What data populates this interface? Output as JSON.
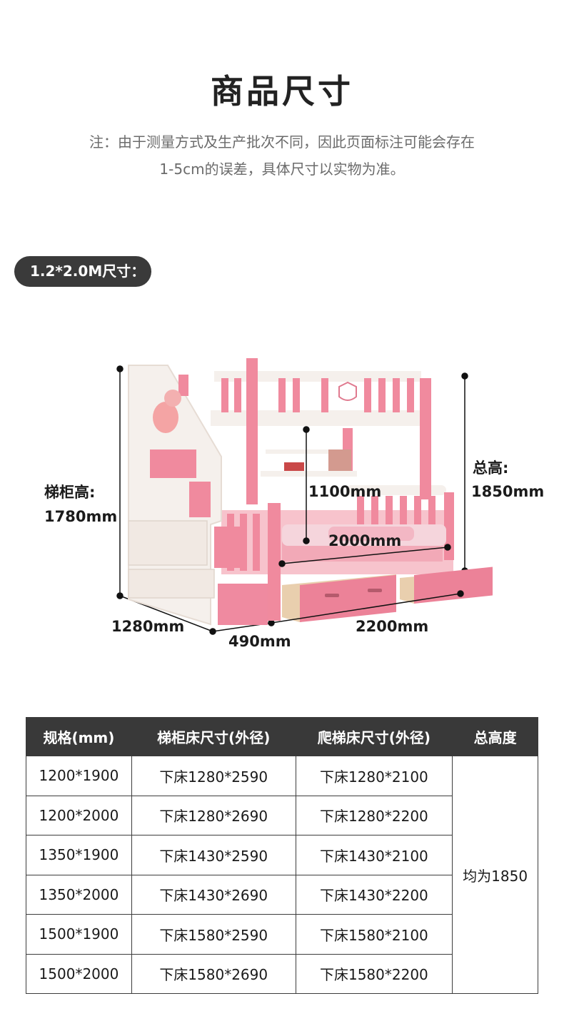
{
  "header": {
    "title": "商品尺寸",
    "note_line1": "注：由于测量方式及生产批次不同，因此页面标注可能会存在",
    "note_line2": "1-5cm的误差，具体尺寸以实物为准。"
  },
  "size_tag": "1.2*2.0M尺寸：",
  "dimensions": {
    "stair_height_label": "梯柜高:",
    "stair_height_value": "1780mm",
    "total_height_label": "总高:",
    "total_height_value": "1850mm",
    "clearance": "1100mm",
    "bed_length": "2000mm",
    "stair_depth": "1280mm",
    "stair_width": "490mm",
    "total_length": "2200mm"
  },
  "colors": {
    "pink": "#f08a9e",
    "light_pink": "#f7c3cc",
    "white_wood": "#f5f0ec",
    "header_dark": "#393939"
  },
  "table": {
    "headers": [
      "规格(mm)",
      "梯柜床尺寸(外径)",
      "爬梯床尺寸(外径)",
      "总高度"
    ],
    "rows": [
      [
        "1200*1900",
        "下床1280*2590",
        "下床1280*2100"
      ],
      [
        "1200*2000",
        "下床1280*2690",
        "下床1280*2200"
      ],
      [
        "1350*1900",
        "下床1430*2590",
        "下床1430*2100"
      ],
      [
        "1350*2000",
        "下床1430*2690",
        "下床1430*2200"
      ],
      [
        "1500*1900",
        "下床1580*2590",
        "下床1580*2100"
      ],
      [
        "1500*2000",
        "下床1580*2690",
        "下床1580*2200"
      ]
    ],
    "merged_height": "均为1850"
  }
}
